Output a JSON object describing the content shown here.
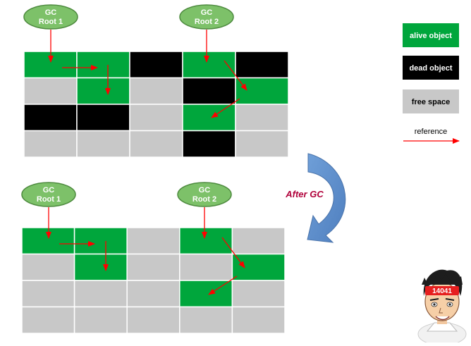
{
  "before": {
    "roots": [
      {
        "line1": "GC",
        "line2": "Root 1"
      },
      {
        "line1": "GC",
        "line2": "Root 2"
      }
    ],
    "grid": [
      [
        "alive",
        "alive",
        "dead",
        "alive",
        "dead"
      ],
      [
        "free",
        "alive",
        "free",
        "dead",
        "alive"
      ],
      [
        "dead",
        "dead",
        "free",
        "alive",
        "free"
      ],
      [
        "free",
        "free",
        "free",
        "dead",
        "free"
      ]
    ]
  },
  "after": {
    "roots": [
      {
        "line1": "GC",
        "line2": "Root 1"
      },
      {
        "line1": "GC",
        "line2": "Root 2"
      }
    ],
    "grid": [
      [
        "alive",
        "alive",
        "free",
        "alive",
        "free"
      ],
      [
        "free",
        "alive",
        "free",
        "free",
        "alive"
      ],
      [
        "free",
        "free",
        "free",
        "alive",
        "free"
      ],
      [
        "free",
        "free",
        "free",
        "free",
        "free"
      ]
    ]
  },
  "transition_label": "After GC",
  "legend": {
    "alive": "alive object",
    "dead": "dead object",
    "free": "free space",
    "reference": "reference"
  },
  "avatar_badge": "14041",
  "colors": {
    "alive": "#00a63c",
    "dead": "#000000",
    "free": "#c8c8c8",
    "root_fill": "#7dc169",
    "root_text": "#ffffff",
    "arrow": "#ff0000",
    "transition_arrow": "#5b8ccc",
    "transition_label": "#b0003a"
  }
}
